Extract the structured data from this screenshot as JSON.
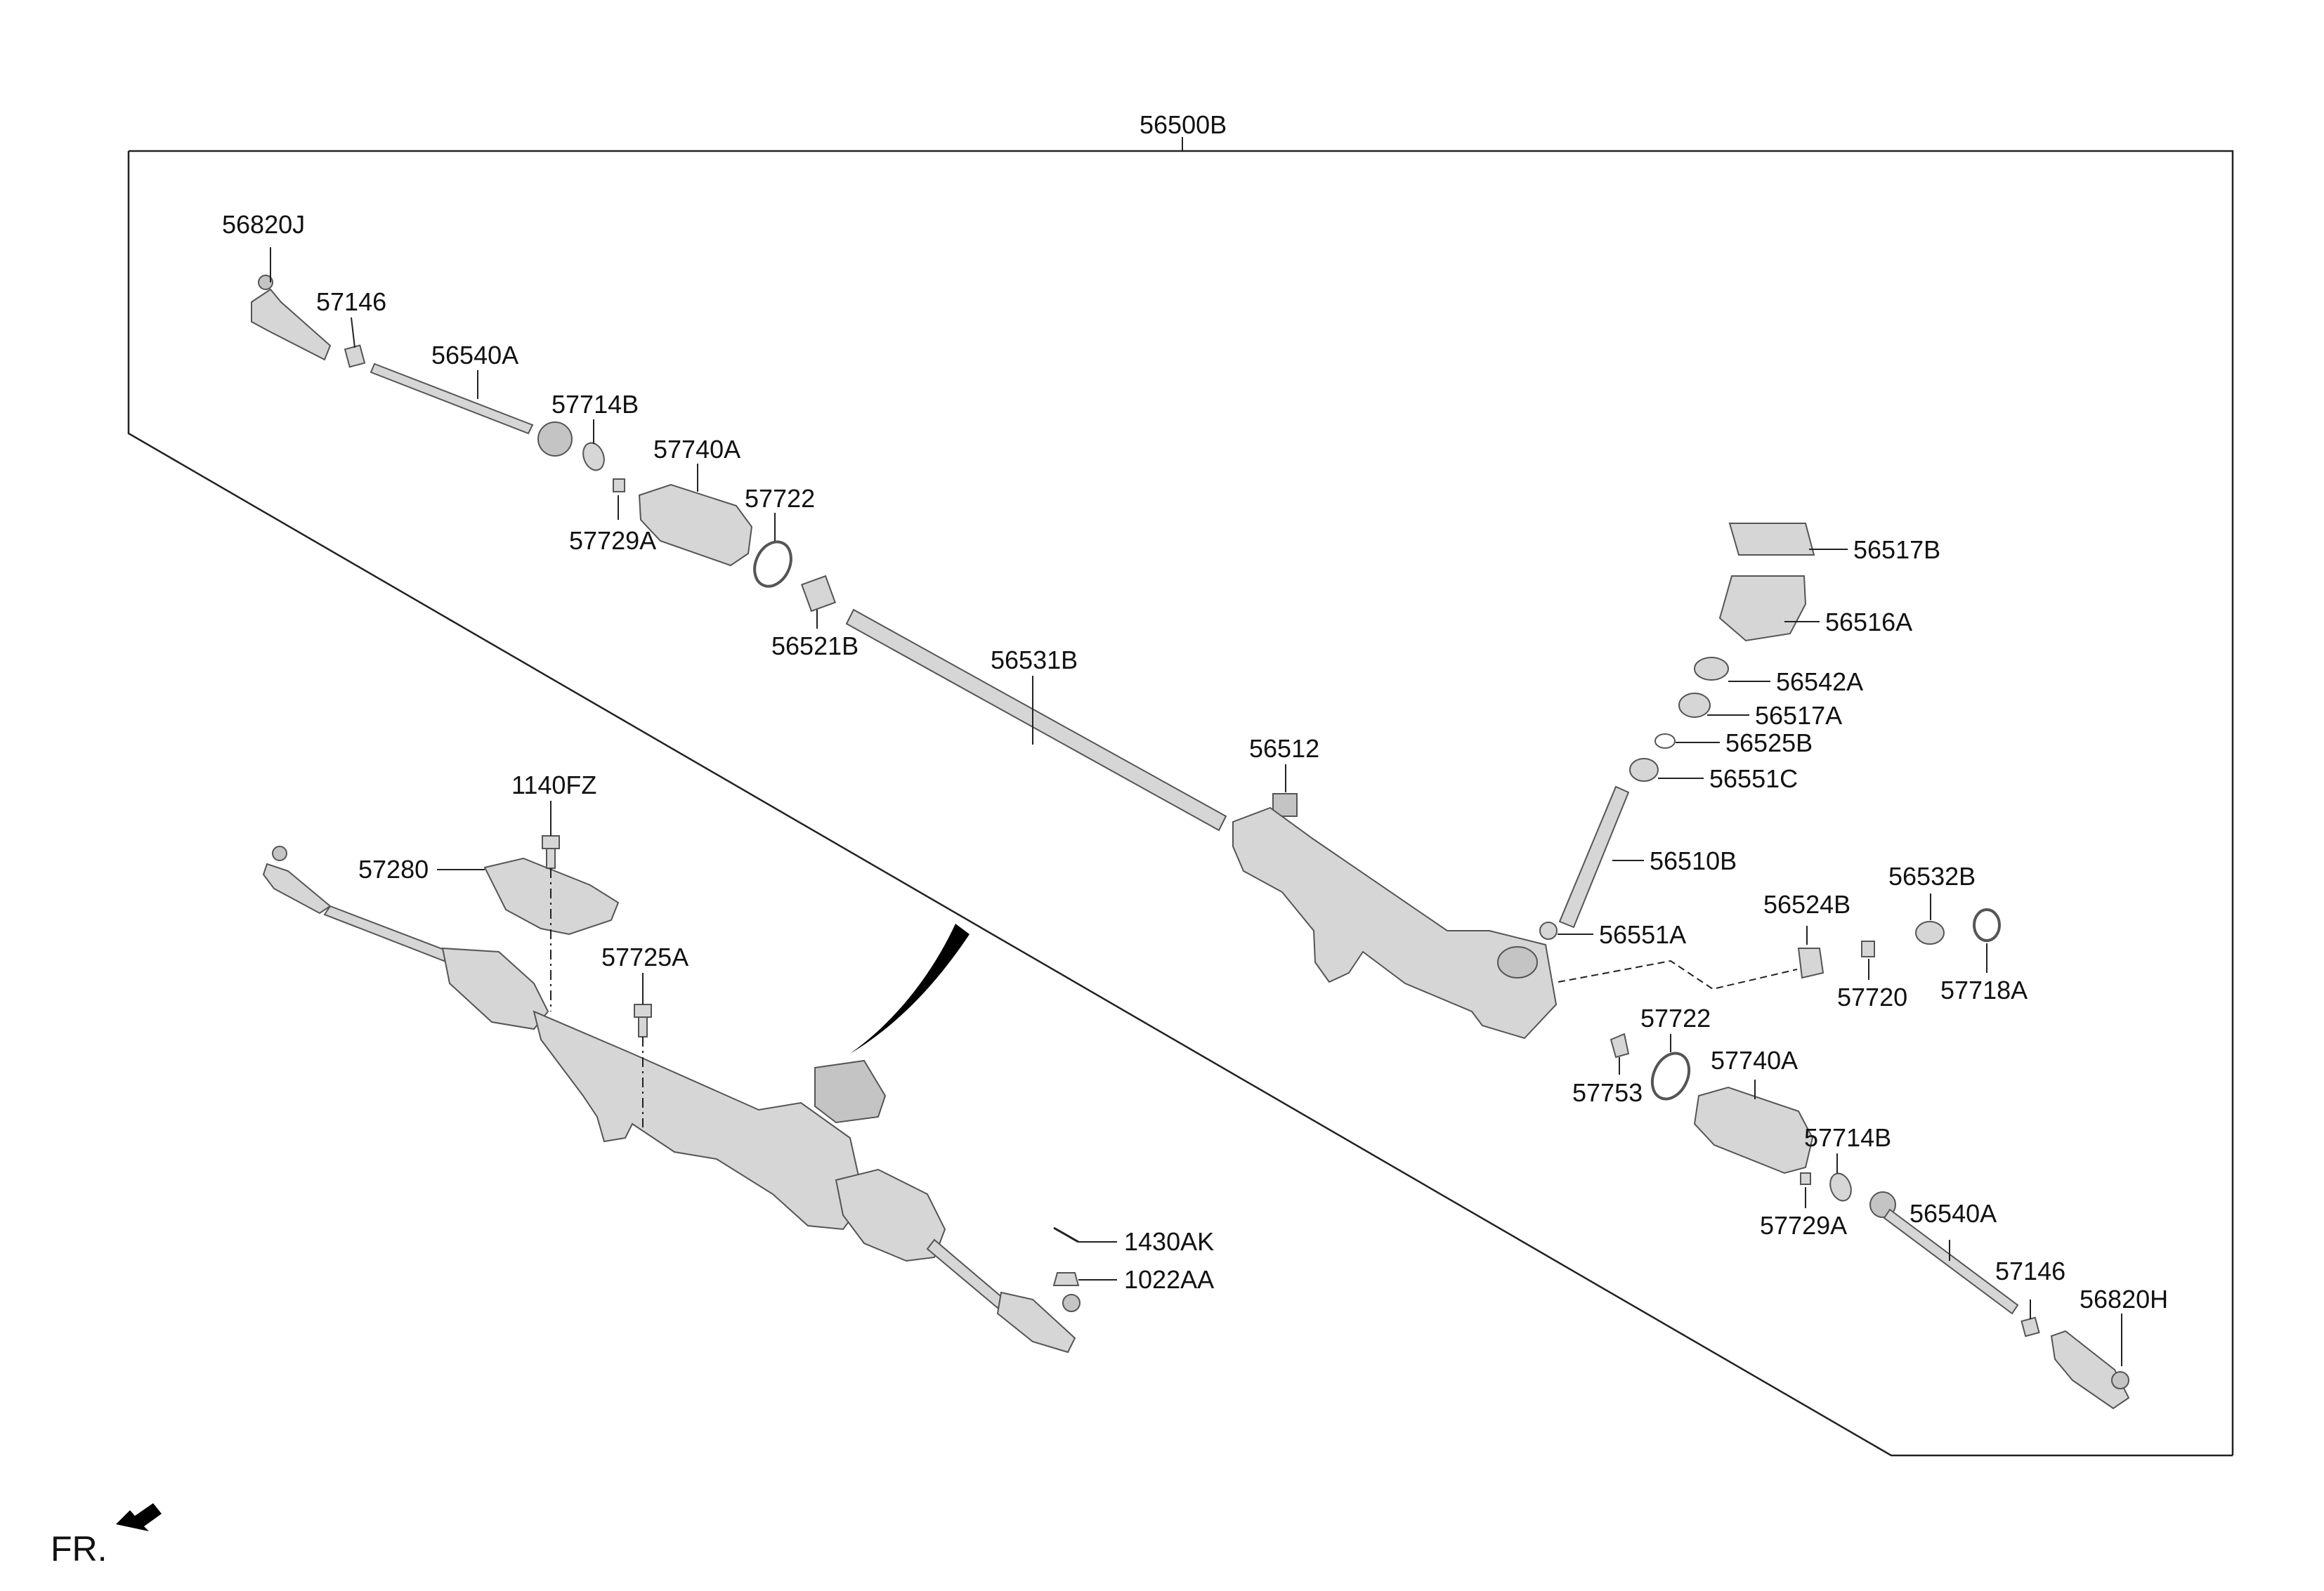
{
  "diagram": {
    "assembly_label": "56500B",
    "front_indicator": "FR.",
    "parts": [
      {
        "id": "p01",
        "label": "56820J"
      },
      {
        "id": "p02",
        "label": "57146"
      },
      {
        "id": "p03",
        "label": "56540A"
      },
      {
        "id": "p04",
        "label": "57714B"
      },
      {
        "id": "p05",
        "label": "57740A"
      },
      {
        "id": "p06",
        "label": "57722"
      },
      {
        "id": "p07",
        "label": "57729A"
      },
      {
        "id": "p08",
        "label": "56521B"
      },
      {
        "id": "p09",
        "label": "56531B"
      },
      {
        "id": "p10",
        "label": "56512"
      },
      {
        "id": "p11",
        "label": "56517B"
      },
      {
        "id": "p12",
        "label": "56516A"
      },
      {
        "id": "p13",
        "label": "56542A"
      },
      {
        "id": "p14",
        "label": "56517A"
      },
      {
        "id": "p15",
        "label": "56525B"
      },
      {
        "id": "p16",
        "label": "56551C"
      },
      {
        "id": "p17",
        "label": "56510B"
      },
      {
        "id": "p18",
        "label": "56551A"
      },
      {
        "id": "p19",
        "label": "56524B"
      },
      {
        "id": "p20",
        "label": "56532B"
      },
      {
        "id": "p21",
        "label": "57720"
      },
      {
        "id": "p22",
        "label": "57718A"
      },
      {
        "id": "p23",
        "label": "57722"
      },
      {
        "id": "p24",
        "label": "57753"
      },
      {
        "id": "p25",
        "label": "57740A"
      },
      {
        "id": "p26",
        "label": "57714B"
      },
      {
        "id": "p27",
        "label": "57729A"
      },
      {
        "id": "p28",
        "label": "56540A"
      },
      {
        "id": "p29",
        "label": "57146"
      },
      {
        "id": "p30",
        "label": "56820H"
      },
      {
        "id": "p31",
        "label": "1140FZ"
      },
      {
        "id": "p32",
        "label": "57280"
      },
      {
        "id": "p33",
        "label": "57725A"
      },
      {
        "id": "p34",
        "label": "1430AK"
      },
      {
        "id": "p35",
        "label": "1022AA"
      }
    ]
  }
}
